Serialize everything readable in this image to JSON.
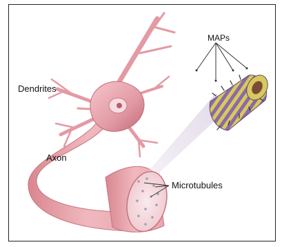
{
  "labels": {
    "maps": "MAPs",
    "dendrites": "Dendrites",
    "axon": "Axon",
    "microtubules": "Microtubules"
  },
  "colors": {
    "neuron_body": "#e8a0a8",
    "neuron_shadow": "#c9707e",
    "axon_core": "#f3d5d9",
    "microtubule_yellow": "#d8c85a",
    "microtubule_purple": "#8a6aa8",
    "border": "#222222"
  }
}
